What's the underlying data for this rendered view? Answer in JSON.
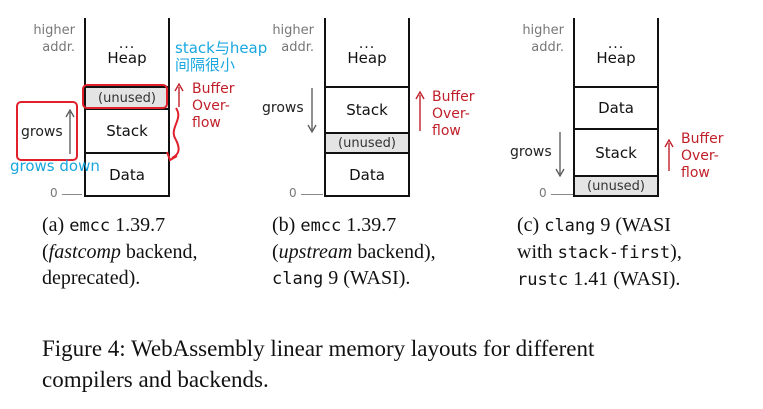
{
  "labels": {
    "higher": "higher",
    "addr": "addr.",
    "zero": "0",
    "grows": "grows",
    "dots": "...",
    "heap": "Heap",
    "stack": "Stack",
    "data": "Data",
    "unused": "(unused)",
    "buffer": "Buffer",
    "over": "Over-",
    "flow": "flow"
  },
  "annotations": {
    "gap_line1": "stack与heap",
    "gap_line2": "间隔很小",
    "grows_down": "grows down"
  },
  "colors": {
    "buffer_overflow": "#c0202a",
    "annotation_blue": "#19a7e0",
    "annotation_red": "#e0202a",
    "unused_fill": "#e4e4e4"
  },
  "captions": {
    "a": {
      "p1": "(a) ",
      "m1": "emcc",
      "p2": " 1.39.7",
      "p3": "(",
      "i1": "fastcomp",
      "p4": " backend,",
      "p5": "deprecated)."
    },
    "b": {
      "p1": "(b) ",
      "m1": "emcc",
      "p2": " 1.39.7",
      "p3": "(",
      "i1": "upstream",
      "p4": " backend),",
      "m2": "clang",
      "p5": " 9 (WASI)."
    },
    "c": {
      "p1": "(c) ",
      "m1": "clang",
      "p2": " 9 (WASI",
      "p3": "with ",
      "m2": "stack-first",
      "p4": "),",
      "m3": "rustc",
      "p5": " 1.41 (WASI)."
    }
  },
  "figure_caption": {
    "line1": "Figure 4: WebAssembly linear memory layouts for different",
    "line2": "compilers and backends."
  }
}
